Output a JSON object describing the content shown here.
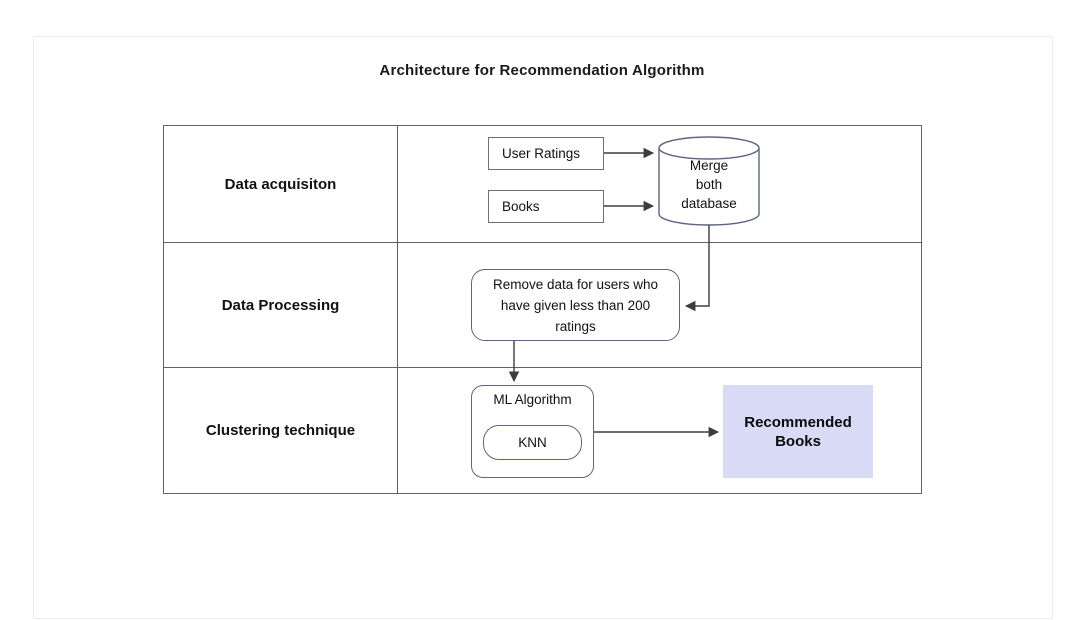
{
  "title": "Architecture for Recommendation Algorithm",
  "table": {
    "rows": [
      {
        "label": "Data acquisiton"
      },
      {
        "label": "Data Processing"
      },
      {
        "label": "Clustering technique"
      }
    ]
  },
  "nodes": {
    "user_ratings": {
      "label": "User Ratings"
    },
    "books": {
      "label": "Books"
    },
    "merge_database": {
      "lines": [
        "Merge",
        "both",
        "database"
      ]
    },
    "remove_data": {
      "lines": [
        "Remove data for users who",
        "have given less than 200",
        "ratings"
      ]
    },
    "ml_algorithm": {
      "label": "ML Algorithm"
    },
    "knn": {
      "label": "KNN"
    },
    "recommended_books": {
      "lines": [
        "Recommended",
        "Books"
      ]
    }
  },
  "colors": {
    "highlight_fill": "#d9daf6",
    "table_border": "#5a6178",
    "shape_border": "#5d6582",
    "box_border": "#6b6f78",
    "arrow": "#3d3d3d"
  }
}
